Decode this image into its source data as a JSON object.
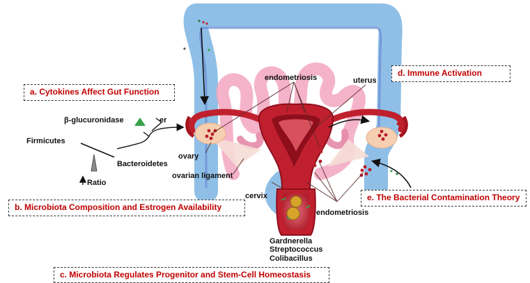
{
  "boxes": {
    "a": "a. Cytokines Affect Gut Function",
    "b": "b. Microbiota Composition and Estrogen Availability",
    "c": "c. Microbiota Regulates Progenitor and Stem-Cell Homeostasis",
    "d": "d. Immune Activation",
    "e": "e. The Bacterial Contamination Theory"
  },
  "labels": {
    "beta_glucuronidase": "β-glucuronidase",
    "er": "er",
    "firmicutes": "Firmicutes",
    "bacteroidetes": "Bacteroidetes",
    "ratio": "Ratio",
    "ovary": "ovary",
    "ovarian_ligament": "ovarian ligament",
    "cervix": "cervix",
    "endometriosis_top": "endometriosis",
    "endometriosis_bottom": "endometriosis",
    "uterus": "uterus",
    "bacteria": [
      "Gardnerella",
      "Streptococcus",
      "Colibacillus"
    ]
  },
  "colors": {
    "title_red": "#c00000",
    "colon_blue": "#8fbfe6",
    "colon_inner": "#6f8fd6",
    "intestine_pink": "#f2a6bf",
    "uterus_red": "#c0202e",
    "uterus_dark": "#8e0e1c",
    "ovary_peach": "#f6cfb0",
    "lesion_red": "#b81c2a",
    "estrogen_green": "#3aa24a",
    "scale_gray": "#8a8a8a"
  }
}
